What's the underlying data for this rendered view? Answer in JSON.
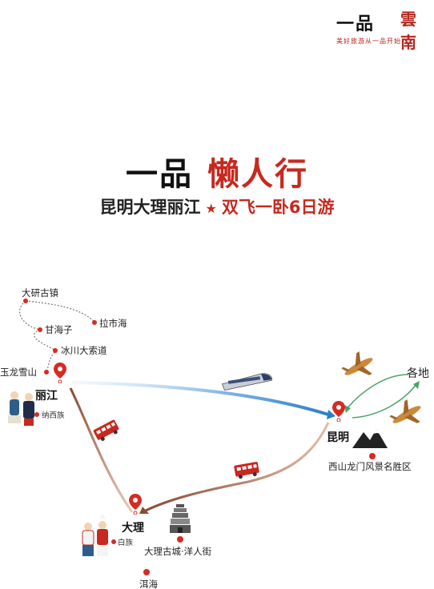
{
  "brand": {
    "logo_text": "一品",
    "logo_seal": "雲南",
    "slogan": "美好旅游从一品开始!"
  },
  "title": {
    "brand": "一品",
    "name": "懒人行"
  },
  "subtitle": {
    "route": "昆明大理丽江",
    "star": "★",
    "trip": "双飞一卧6日游"
  },
  "colors": {
    "accent": "#c8281e",
    "rail_blue": "#2a7fcf",
    "road_brown": "#8a4a32",
    "flight_green": "#4aa36a"
  },
  "map": {
    "lijiang_spots": [
      "大研古镇",
      "拉市海",
      "甘海子",
      "冰川大索道",
      "玉龙雪山"
    ],
    "cities": {
      "lijiang": "丽江",
      "dali": "大理",
      "kunming": "昆明",
      "origin": "各地"
    },
    "lijiang_people": "纳西族",
    "dali_people": "白族",
    "dali_spots": [
      "大理古城·洋人街",
      "洱海"
    ],
    "kunming_spot": "西山龙门风景名胜区",
    "icons": [
      "map-pin-icon",
      "train-icon",
      "bus-icon",
      "airplane-icon",
      "mountain-icon",
      "pagoda-icon"
    ]
  }
}
